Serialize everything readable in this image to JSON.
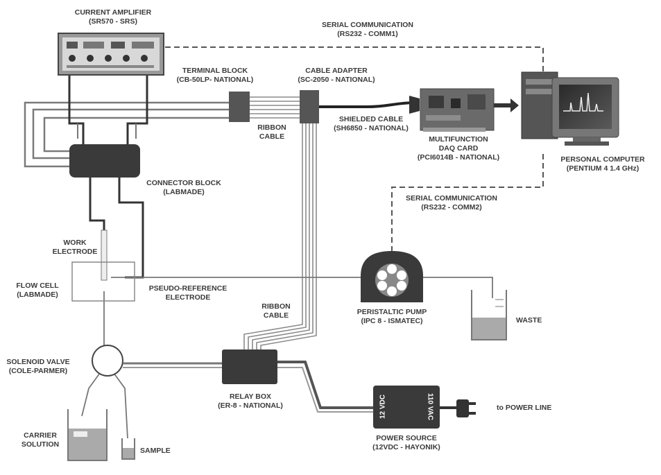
{
  "labels": {
    "current_amplifier": [
      "CURRENT AMPLIFIER",
      "(SR570 - SRS)"
    ],
    "serial_comm1": [
      "SERIAL COMMUNICATION",
      "(RS232 - COMM1)"
    ],
    "terminal_block": [
      "TERMINAL BLOCK",
      "(CB-50LP- NATIONAL)"
    ],
    "cable_adapter": [
      "CABLE ADAPTER",
      "(SC-2050 - NATIONAL)"
    ],
    "ribbon_cable_top": [
      "RIBBON",
      "CABLE"
    ],
    "shielded_cable": [
      "SHIELDED CABLE",
      "(SH6850 - NATIONAL)"
    ],
    "daq_card": [
      "MULTIFUNCTION",
      "DAQ CARD",
      "(PCI6014B - NATIONAL)"
    ],
    "personal_computer": [
      "PERSONAL COMPUTER",
      "(PENTIUM 4 1.4 GHz)"
    ],
    "connector_block": [
      "CONNECTOR BLOCK",
      "(LABMADE)"
    ],
    "serial_comm2": [
      "SERIAL COMMUNICATION",
      "(RS232 - COMM2)"
    ],
    "work_electrode": [
      "WORK",
      "ELECTRODE"
    ],
    "flow_cell": [
      "FLOW CELL",
      "(LABMADE)"
    ],
    "pseudo_reference": [
      "PSEUDO-REFERENCE",
      "ELECTRODE"
    ],
    "ribbon_cable_bottom": [
      "RIBBON",
      "CABLE"
    ],
    "peristaltic_pump": [
      "PERISTALTIC PUMP",
      "(IPC 8 - ISMATEC)"
    ],
    "waste": [
      "WASTE"
    ],
    "solenoid_valve": [
      "SOLENOID VALVE",
      "(COLE-PARMER)"
    ],
    "relay_box": [
      "RELAY BOX",
      "(ER-8 - NATIONAL)"
    ],
    "power_line": [
      "to POWER LINE"
    ],
    "carrier_solution": [
      "CARRIER",
      "SOLUTION"
    ],
    "sample": [
      "SAMPLE"
    ],
    "power_source": [
      "POWER SOURCE",
      "(12VDC - HAYONIK)"
    ]
  },
  "device_text": {
    "vdc": "12 VDC",
    "vac": "110 VAC"
  },
  "colors": {
    "device_dark": "#3a3a3a",
    "cable": "#6e6e6e",
    "dashed_line": "#555555",
    "background": "#ffffff"
  }
}
